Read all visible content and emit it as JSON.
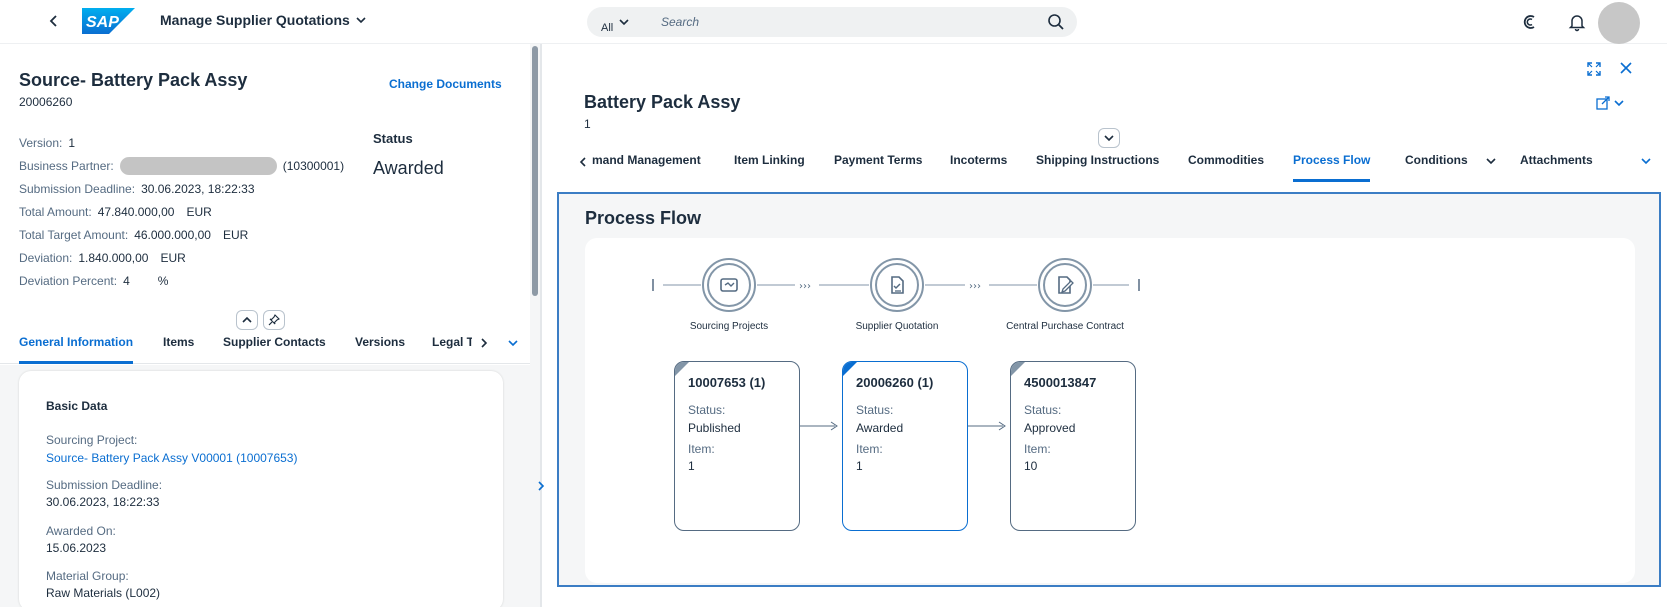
{
  "shell": {
    "logo_text": "SAP",
    "app_title": "Manage Supplier Quotations",
    "search_scope": "All",
    "search_placeholder": "Search"
  },
  "left": {
    "title": "Source- Battery Pack Assy",
    "subtitle": "20006260",
    "change_documents": "Change Documents",
    "attributes": {
      "version_label": "Version:",
      "version_value": "1",
      "bp_label": "Business Partner:",
      "bp_value": "(10300001)",
      "deadline_label": "Submission Deadline:",
      "deadline_value": "30.06.2023, 18:22:33",
      "total_label": "Total Amount:",
      "total_value": "47.840.000,00",
      "total_cur": "EUR",
      "target_label": "Total Target Amount:",
      "target_value": "46.000.000,00",
      "target_cur": "EUR",
      "deviation_label": "Deviation:",
      "deviation_value": "1.840.000,00",
      "deviation_cur": "EUR",
      "devpct_label": "Deviation Percent:",
      "devpct_value": "4",
      "devpct_unit": "%"
    },
    "status_label": "Status",
    "status_value": "Awarded",
    "tabs": [
      "General Information",
      "Items",
      "Supplier Contacts",
      "Versions",
      "Legal T"
    ],
    "basic_data": {
      "title": "Basic Data",
      "sourcing_project_label": "Sourcing Project:",
      "sourcing_project_value": "Source- Battery Pack Assy V00001 (10007653)",
      "deadline_label": "Submission Deadline:",
      "deadline_value": "30.06.2023, 18:22:33",
      "awarded_label": "Awarded On:",
      "awarded_value": "15.06.2023",
      "material_group_label": "Material Group:",
      "material_group_value": "Raw Materials (L002)"
    }
  },
  "right": {
    "title": "Battery Pack Assy",
    "subtitle": "1",
    "tabs": [
      "mand Management",
      "Item Linking",
      "Payment Terms",
      "Incoterms",
      "Shipping Instructions",
      "Commodities",
      "Process Flow",
      "Conditions",
      "Attachments"
    ],
    "active_tab": "Process Flow",
    "process_flow": {
      "title": "Process Flow",
      "lanes": [
        {
          "label": "Sourcing Projects"
        },
        {
          "label": "Supplier Quotation"
        },
        {
          "label": "Central Purchase Contract"
        }
      ],
      "documents": [
        {
          "id": "10007653 (1)",
          "status_label": "Status:",
          "status": "Published",
          "item_label": "Item:",
          "item": "1"
        },
        {
          "id": "20006260 (1)",
          "status_label": "Status:",
          "status": "Awarded",
          "item_label": "Item:",
          "item": "1"
        },
        {
          "id": "4500013847",
          "status_label": "Status:",
          "status": "Approved",
          "item_label": "Item:",
          "item": "10"
        }
      ]
    }
  },
  "colors": {
    "brand_blue": "#0a6ed1",
    "text": "#1d2d3e",
    "label": "#556b82",
    "border_highlight": "#3b7dc4"
  }
}
